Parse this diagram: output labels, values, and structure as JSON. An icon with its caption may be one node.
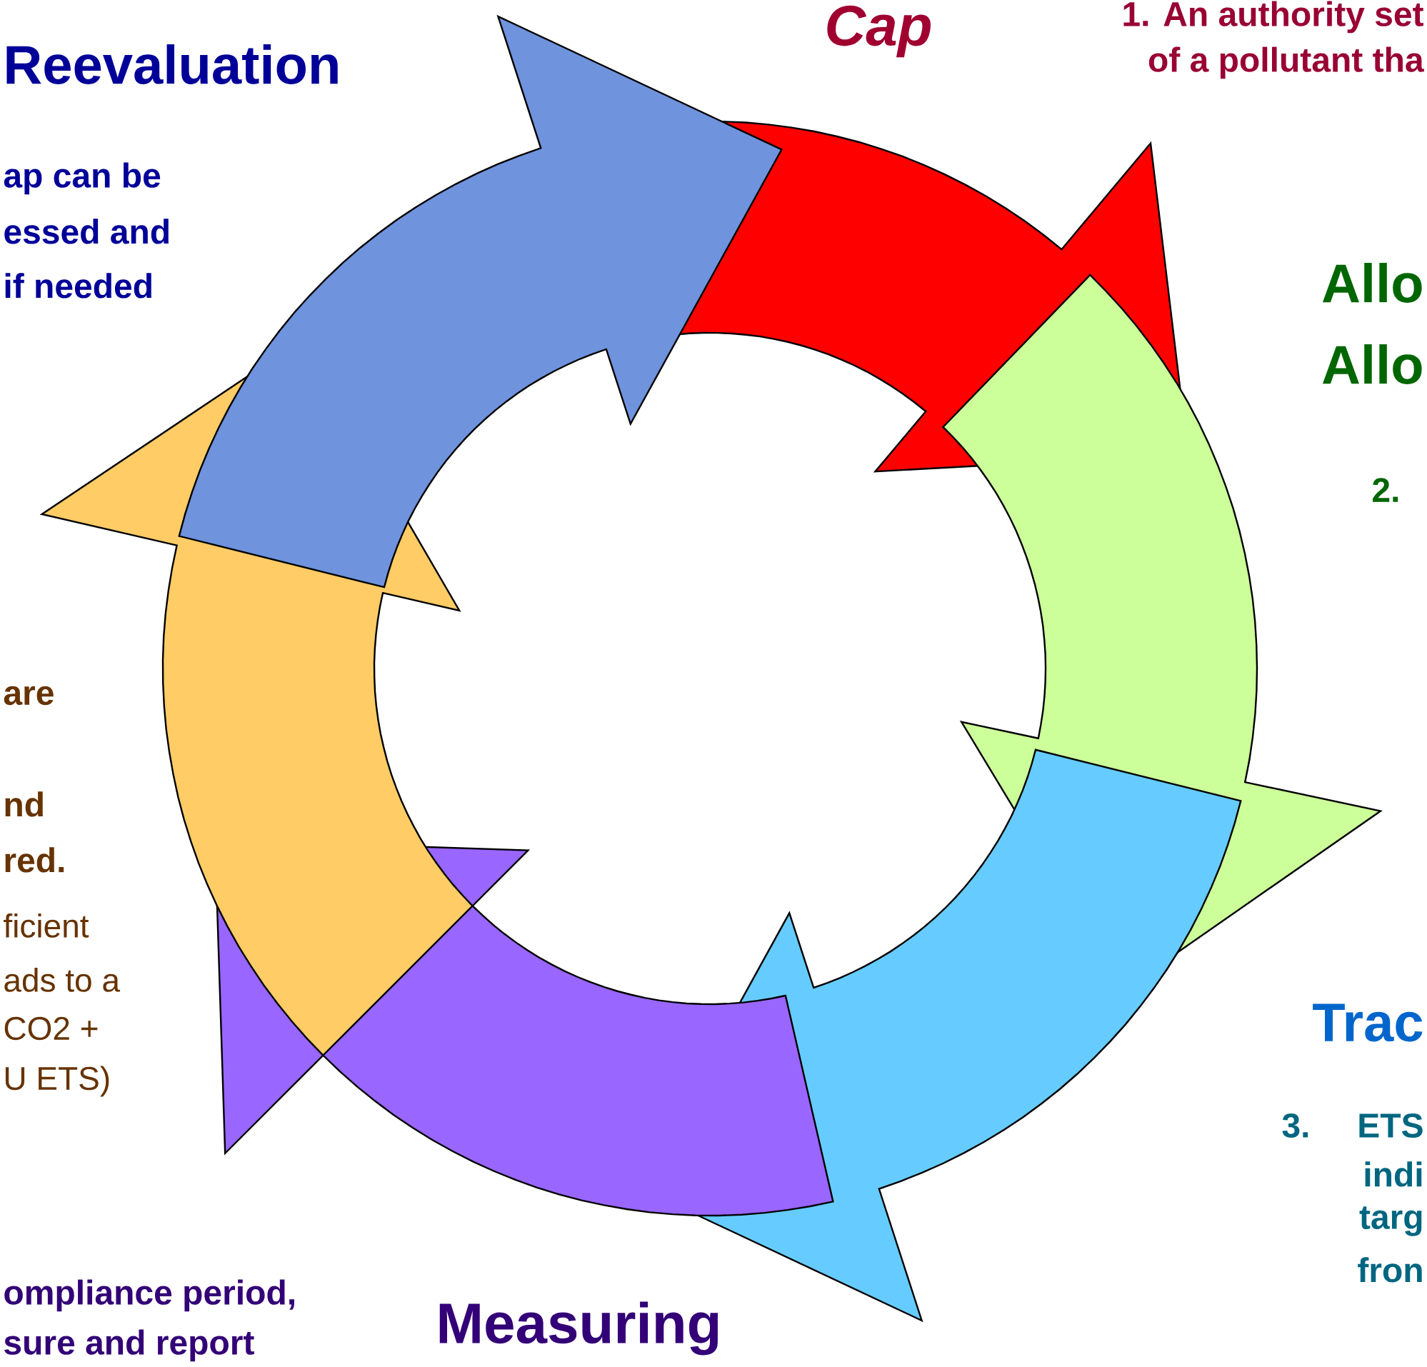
{
  "diagram": {
    "labels": [
      "Reevaluation",
      "Cap",
      "1.  An authority set",
      "of a pollutant tha",
      "ap can be",
      "essed and",
      "if needed",
      "Allo",
      "Allo",
      "2.",
      "are",
      "nd",
      "red.",
      "ficient",
      "ads to a",
      "CO2 +",
      "U ETS)",
      "Trac",
      "3.",
      "ETS",
      "indi",
      "targ",
      "fron",
      "ompliance period,",
      "sure and report",
      "Measuring"
    ]
  }
}
